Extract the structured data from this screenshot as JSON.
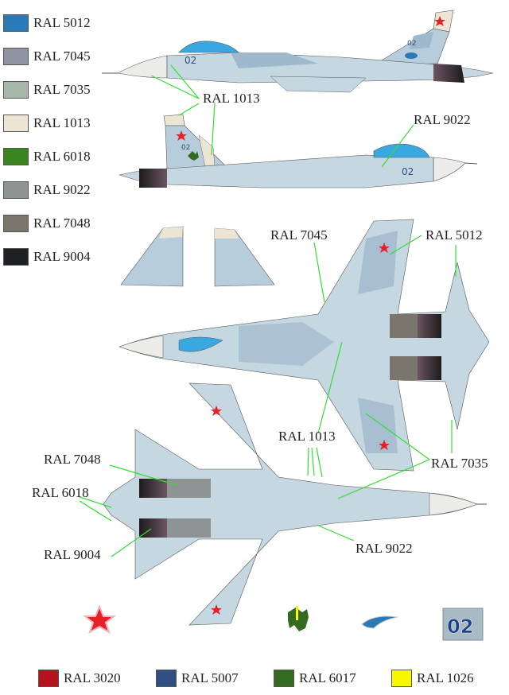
{
  "legend": {
    "items": [
      {
        "label": "RAL 5012",
        "color": "#2a7ab8"
      },
      {
        "label": "RAL 7045",
        "color": "#8e95a1"
      },
      {
        "label": "RAL 7035",
        "color": "#a7b8aa"
      },
      {
        "label": "RAL 1013",
        "color": "#ece5d3"
      },
      {
        "label": "RAL 6018",
        "color": "#3b8520"
      },
      {
        "label": "RAL 9022",
        "color": "#8d9293"
      },
      {
        "label": "RAL 7048",
        "color": "#7b766d"
      },
      {
        "label": "RAL 9004",
        "color": "#1f2024"
      }
    ]
  },
  "bottom_legend": {
    "items": [
      {
        "label": "RAL 3020",
        "color": "#b5121b"
      },
      {
        "label": "RAL 5007",
        "color": "#2e4f80"
      },
      {
        "label": "RAL 6017",
        "color": "#356a22"
      },
      {
        "label": "RAL 1026",
        "color": "#f7f700"
      }
    ]
  },
  "callouts": {
    "side_top_1013": "RAL 1013",
    "side_bottom_9022": "RAL 9022",
    "top_7045": "RAL 7045",
    "top_5012": "RAL 5012",
    "bottom_1013": "RAL 1013",
    "bottom_7035": "RAL 7035",
    "bottom_7048": "RAL 7048",
    "bottom_6018": "RAL 6018",
    "bottom_9004": "RAL 9004",
    "bottom_9022": "RAL 9022"
  },
  "aircraft": {
    "tail_number": "02",
    "base_color": "#c5d8e2",
    "camo_color": "#9fb9cc",
    "canopy_color": "#3aa8e0",
    "radome_color": "#ecece8",
    "nozzle_color": "#2a2226",
    "star_color": "#e8202a"
  },
  "insignia": {
    "star": "red-star",
    "emblem": "green-dragon-with-sword",
    "wing_emblem": "winged-emblem",
    "number_panel": "02"
  }
}
